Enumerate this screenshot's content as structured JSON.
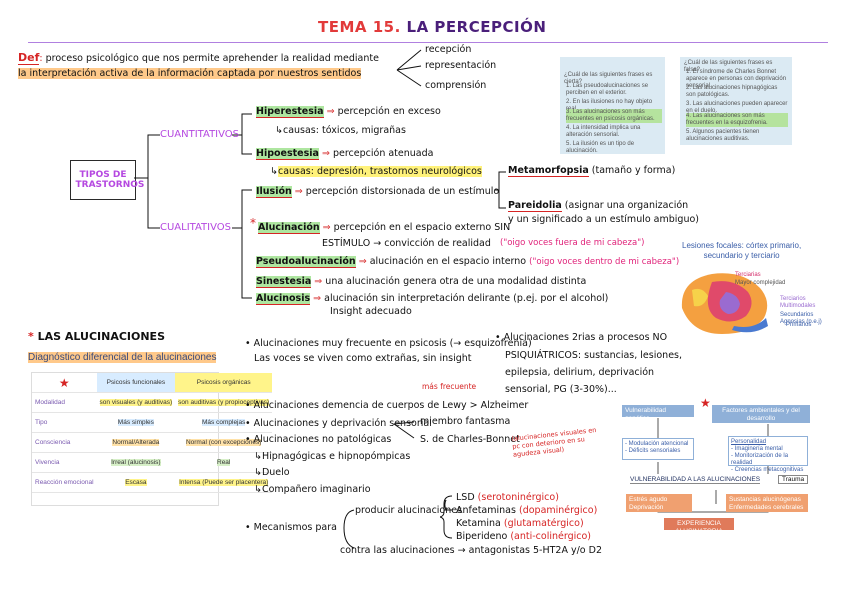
{
  "title": {
    "num": "TEMA 15.",
    "text": "LA PERCEPCIÓN"
  },
  "definition": {
    "label": "Def",
    "line1": "proceso psicológico que nos permite aprehender la realidad mediante",
    "line2": "la interpretación activa de la información captada por nuestros sentidos",
    "branches": [
      "recepción",
      "representación",
      "comprensión"
    ]
  },
  "tipos": {
    "label": "TIPOS DE TRASTORNOS"
  },
  "cuantitativos": {
    "label": "CUANTITATIVOS",
    "hiperestesia": {
      "term": "Hiperestesia",
      "desc": "percepción en exceso",
      "causas": "causas: tóxicos, migrañas"
    },
    "hipoestesia": {
      "term": "Hipoestesia",
      "desc": "percepción atenuada",
      "causas": "causas: depresión, trastornos neurológicos"
    }
  },
  "cualitativos": {
    "label": "CUALITATIVOS",
    "ilusion": {
      "term": "Ilusión",
      "desc": "percepción distorsionada de un estímulo"
    },
    "metamorfopsia": {
      "term": "Metamorfopsia",
      "desc": "(tamaño y forma)"
    },
    "pareidolia": {
      "term": "Pareidolia",
      "desc1": "(asignar una organización",
      "desc2": "y un significado a un estímulo ambiguo)"
    },
    "alucinacion": {
      "term": "Alucinación",
      "desc1": "percepción en el espacio externo SIN",
      "desc2": "ESTÍMULO → convicción de realidad",
      "note": "(\"oigo voces fuera de mi cabeza\")"
    },
    "pseudo": {
      "term": "Pseudoalucinación",
      "desc": "alucinación en el espacio interno",
      "note": "(\"oigo voces dentro de mi cabeza\")"
    },
    "sinestesia": {
      "term": "Sinestesia",
      "desc": "una alucinación genera otra de una modalidad distinta"
    },
    "alucinosis": {
      "term": "Alucinosis",
      "desc1": "alucinación sin interpretación delirante (p.ej. por el alcohol)",
      "desc2": "Insight adecuado"
    }
  },
  "quiz1": {
    "question": "¿Cuál de las siguientes frases es cierta?",
    "options": [
      "1. Las pseudoalucinaciones se perciben en el exterior.",
      "2. En las ilusiones no hay objeto real.",
      "3. Las alucinaciones son más frecuentes en psicosis orgánicas.",
      "4. La intensidad implica una alteración sensorial.",
      "5. La ilusión es un tipo de alucinación."
    ]
  },
  "quiz2": {
    "question": "¿Cuál de las siguientes frases es falsa?",
    "options": [
      "1. El síndrome de Charles Bonnet aparece en personas con deprivación sensorial.",
      "2. Las alucinaciones hipnagógicas son patológicas.",
      "3. Las alucinaciones pueden aparecer en el duelo.",
      "4. Las alucinaciones son más frecuentes en la esquizofrenia.",
      "5. Algunos pacientes tienen alucinaciones auditivas."
    ]
  },
  "lesiones": {
    "title1": "Lesiones focales: córtex primario,",
    "title2": "secundario y terciario",
    "labels": [
      "Terciarias",
      "Mayor complejidad",
      "Terciarios Multimodales",
      "Secundarios Agnosias (p.e.j)",
      "Primarios"
    ]
  },
  "alucinaciones_section": {
    "header": "LAS ALUCINACIONES",
    "subheader": "Diagnóstico diferencial de la alucinaciones",
    "table": {
      "cols": [
        "Psicosis funcionales",
        "Psicosis orgánicas"
      ],
      "rows": [
        {
          "label": "Modalidad",
          "a": "son visuales (y auditivas)",
          "b": "son auditivas (y propioceptivas)"
        },
        {
          "label": "Tipo",
          "a": "Más simples",
          "b": "Más complejas"
        },
        {
          "label": "Consciencia",
          "a": "Normal/Alterada",
          "b": "Normal (con excepciones)"
        },
        {
          "label": "Vivencia",
          "a": "Irreal (alucinosis)",
          "b": "Real"
        },
        {
          "label": "Reacción emocional",
          "a": "Escasa",
          "b": "Intensa (Puede ser placentera)"
        }
      ]
    }
  },
  "middle_notes": {
    "n1a": "Alucinaciones muy frecuente en psicosis (→ esquizofrenia)",
    "n1b": "Las voces se viven como extrañas, sin insight",
    "mas_frecuente": "más frecuente",
    "n2": "Alucinaciones demencia de cuerpos de Lewy > Alzheimer",
    "n3": "Alucinaciones y deprivación sensorial",
    "n3a": "miembro fantasma",
    "n3b": "S. de Charles-Bonnet",
    "n3c": "(alucinaciones visuales en pc con deterioro en su agudeza visual)",
    "n4": "Alucinaciones no patológicas",
    "n4a": "Hipnagógicas e hipnopómpicas",
    "n4b": "Duelo",
    "n4c": "Compañero imaginario"
  },
  "right_notes": {
    "l1": "Alucinaciones 2rias a procesos NO",
    "l2": "PSIQUIÁTRICOS: sustancias, lesiones,",
    "l3": "epilepsia, delirium, deprivación",
    "l4": "sensorial, PG (3-30%)..."
  },
  "mecanismos": {
    "label": "Mecanismos para",
    "producir": "producir alucinaciones",
    "contra": "contra las alucinaciones",
    "drugs": [
      {
        "name": "LSD",
        "note": "(serotoninérgico)"
      },
      {
        "name": "Anfetaminas",
        "note": "(dopaminérgico)"
      },
      {
        "name": "Ketamina",
        "note": "(glutamatérgico)"
      },
      {
        "name": "Biperideno",
        "note": "(anti-colinérgico)"
      }
    ],
    "antagonistas": "antagonistas 5-HT2A y/o D2"
  },
  "model": {
    "vul_gen": "Vulnerabilidad genética",
    "factores": "Factores ambientales y del desarrollo",
    "left_list": [
      "- Modulación atencional",
      "- Déficits sensoriales"
    ],
    "pers_title": "Personalidad",
    "pers_list": [
      "- Imaginería mental",
      "- Monitorización de la realidad",
      "- Creencias metacognitivas"
    ],
    "vulnerabilidad": "VULNERABILIDAD A LAS ALUCINACIONES",
    "trauma": "Trauma",
    "estres": "Estrés agudo Deprivación sensorial",
    "sustancias": "Sustancias alucinógenas Enfermedades cerebrales",
    "experiencia": "EXPERIENCIA ALUCINATORIA"
  },
  "colors": {
    "red": "#d62424",
    "purple": "#b548e0",
    "highlight": "#fff27a",
    "model_blue": "#8fb0d8",
    "model_orange": "#f0a070"
  }
}
